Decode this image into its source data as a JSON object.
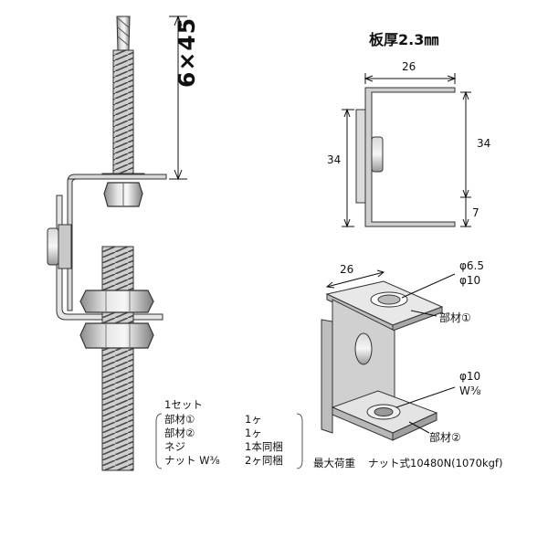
{
  "bolt": {
    "size_label": "6×45"
  },
  "side_view": {
    "plate_thickness": "板厚2.3㎜",
    "dim_top_width": "26",
    "dim_left_height": "34",
    "dim_right_height": "34",
    "dim_right_small": "7"
  },
  "iso_view": {
    "dim_width": "26",
    "hole_top_small": "φ6.5",
    "hole_top_large": "φ10",
    "part_top_label": "部材①",
    "hole_bottom_dia": "φ10",
    "hole_bottom_thread": "W⅜",
    "part_bottom_label": "部材②"
  },
  "parts_list": {
    "header": "1セット",
    "rows": [
      {
        "name": "部材①",
        "qty": "1ヶ"
      },
      {
        "name": "部材②",
        "qty": "1ヶ"
      },
      {
        "name": "ネジ",
        "qty": "1本同梱"
      },
      {
        "name": "ナット W⅜",
        "qty": "2ヶ同梱"
      }
    ]
  },
  "max_load": {
    "label": "最大荷重",
    "value": "ナット式10480N(1070kgf)"
  }
}
